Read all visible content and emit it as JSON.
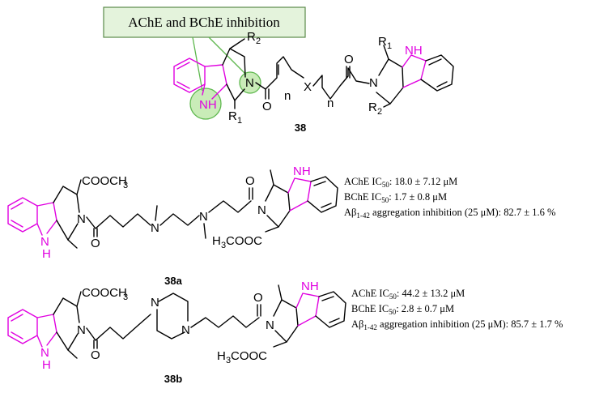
{
  "colors": {
    "indole": "#e000e0",
    "highlight_fill": "#c9ecb8",
    "highlight_stroke": "#5fb84f",
    "callout_bg": "#e4f3dc",
    "callout_border": "#5a8a4a"
  },
  "callout": {
    "text": "AChE and BChE inhibition"
  },
  "general": {
    "compound": "38",
    "atoms": {
      "nh_left": "NH",
      "nh_right": "NH",
      "n_ring_left": "N",
      "n_ring_right": "N",
      "x": "X",
      "n1": "n",
      "n2": "n",
      "r2_top": "R",
      "r2_top_sub": "2",
      "r1_bottom": "R",
      "r1_bottom_sub": "1",
      "r1_right": "R",
      "r1_right_sub": "1",
      "r2_right": "R",
      "r2_right_sub": "2",
      "o1": "O",
      "o2": "O"
    }
  },
  "compound_38a": {
    "label": "38a",
    "atoms": {
      "cooch3": "COOCH",
      "cooch3_sub": "3",
      "nh_left": "N",
      "nh_left_h": "H",
      "n_left": "N",
      "o_left": "O",
      "n_amine1": "N",
      "n_amine2": "N",
      "o_right": "O",
      "n_right": "N",
      "nh_right": "NH",
      "h3cooc": "H",
      "h3cooc_sub": "3",
      "h3cooc_tail": "COOC"
    },
    "data": {
      "ache_prefix": "AChE IC",
      "ache_sub": "50",
      "ache_value": ": 18.0 ± 7.12 μM",
      "bche_prefix": "BChE IC",
      "bche_sub": "50",
      "bche_value": ": 1.7 ± 0.8 μM",
      "abeta_prefix": "Aβ",
      "abeta_sub": "1-42",
      "abeta_value": " aggregation inhibition (25 μM): 82.7 ± 1.6 %"
    }
  },
  "compound_38b": {
    "label": "38b",
    "atoms": {
      "cooch3": "COOCH",
      "cooch3_sub": "3",
      "nh_left": "N",
      "nh_left_h": "H",
      "n_left": "N",
      "o_left": "O",
      "n_pip1": "N",
      "n_pip2": "N",
      "o_right": "O",
      "n_right": "N",
      "nh_right": "NH",
      "h3cooc": "H",
      "h3cooc_sub": "3",
      "h3cooc_tail": "COOC"
    },
    "data": {
      "ache_prefix": "AChE IC",
      "ache_sub": "50",
      "ache_value": ": 44.2 ± 13.2 μM",
      "bche_prefix": "BChE IC",
      "bche_sub": "50",
      "bche_value": ": 2.8 ± 0.7 μM",
      "abeta_prefix": "Aβ",
      "abeta_sub": "1-42",
      "abeta_value": " aggregation inhibition (25 μM): 85.7 ± 1.7 %"
    }
  }
}
